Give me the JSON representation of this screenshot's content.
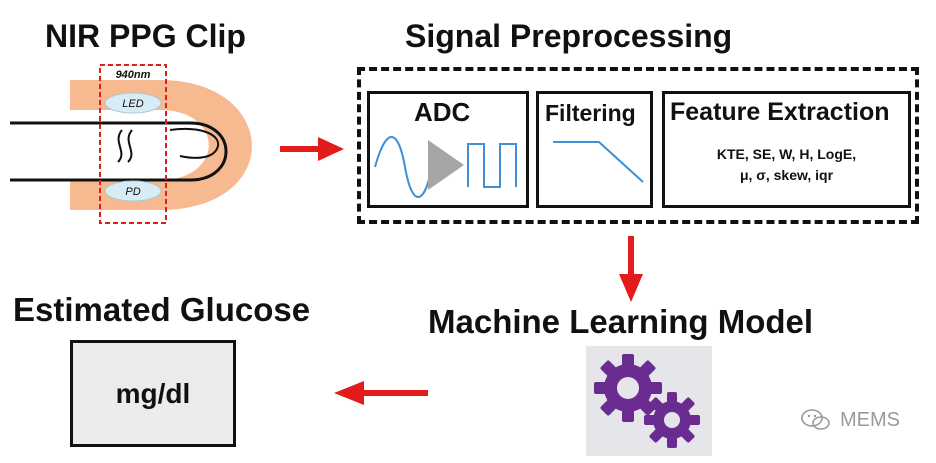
{
  "titles": {
    "clip": "NIR PPG Clip",
    "preprocessing": "Signal Preprocessing",
    "model": "Machine Learning Model",
    "estimate": "Estimated Glucose"
  },
  "clip": {
    "wavelength": "940nm",
    "led": "LED",
    "pd": "PD"
  },
  "stages": {
    "adc": "ADC",
    "filtering": "Filtering",
    "feature_extraction": "Feature Extraction",
    "features_line1": "KTE,  SE,  W, H, LogE,",
    "features_line2": "μ, σ, skew, iqr"
  },
  "result": {
    "unit": "mg/dl"
  },
  "watermark": {
    "text": "MEMS"
  },
  "colors": {
    "arrow": "#e31b1b",
    "skin": "#f7b98f",
    "gear": "#6a2c91",
    "signal": "#3d8fd6"
  }
}
